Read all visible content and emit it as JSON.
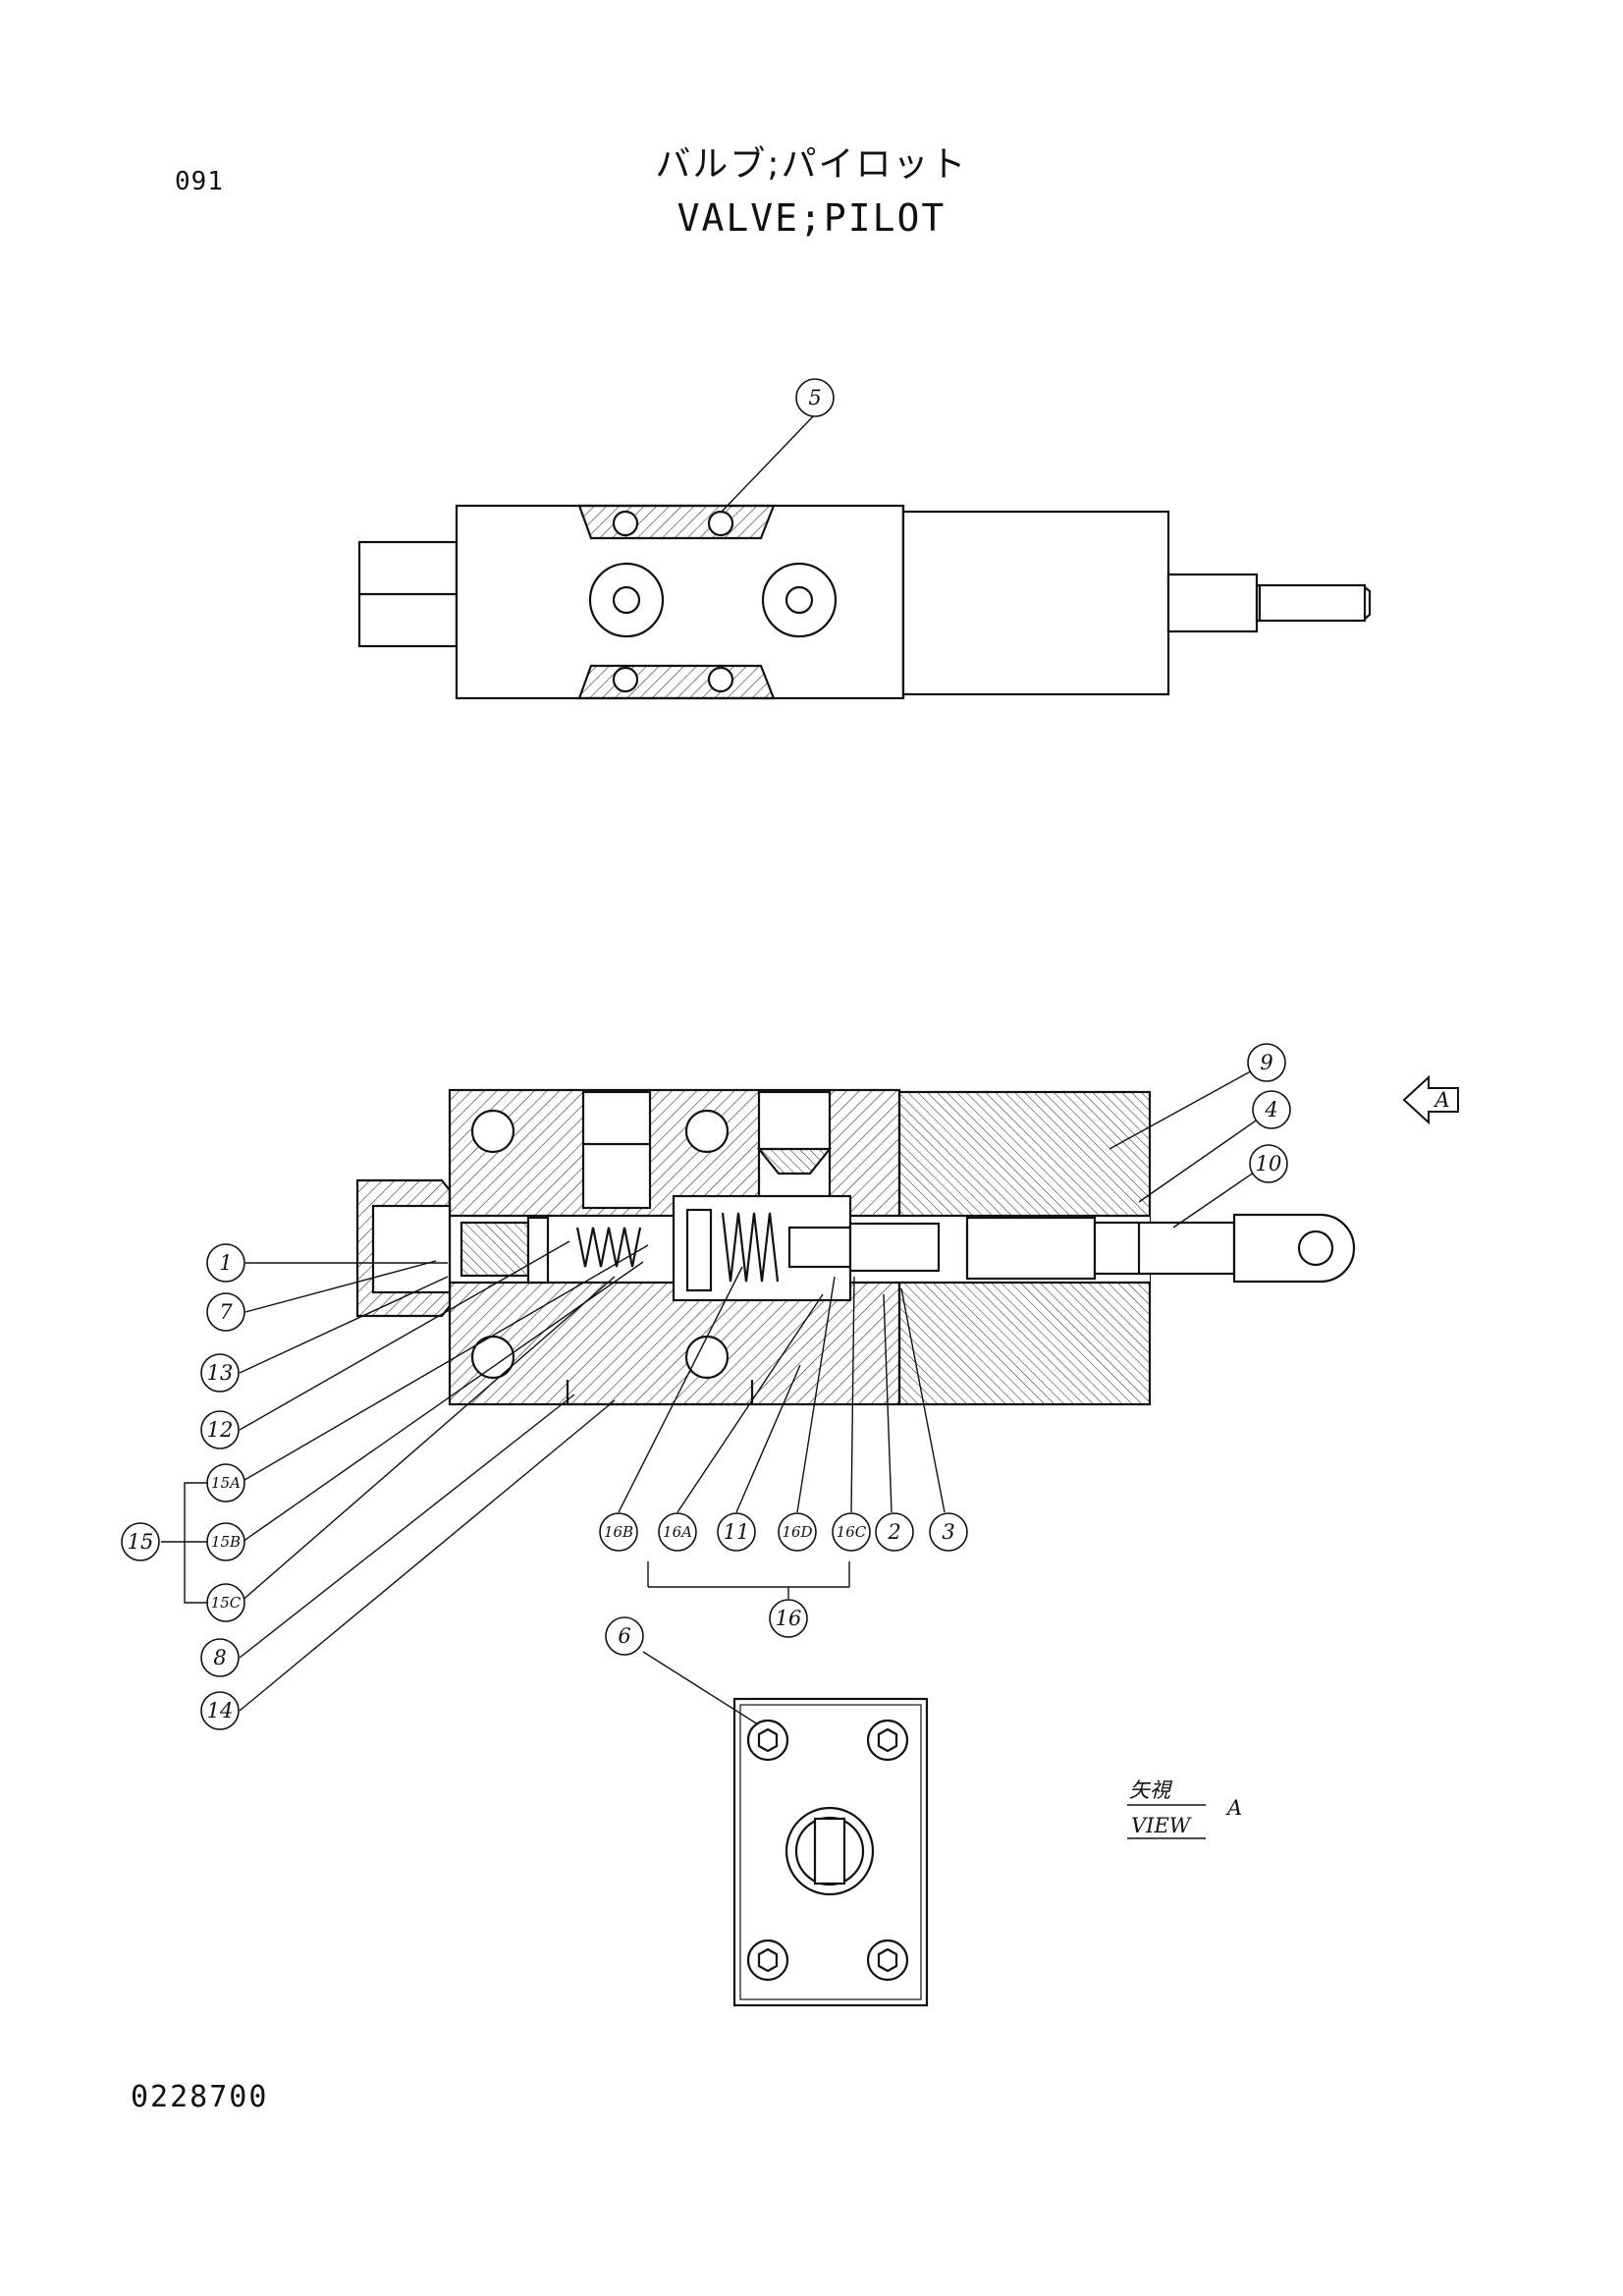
{
  "header": {
    "page_number": "091",
    "title_jp": "バルブ;パイロット",
    "title_en": "VALVE;PILOT"
  },
  "footer": {
    "drawing_code": "0228700"
  },
  "view_marker": {
    "arrow_label": "A",
    "view_jp": "矢視",
    "view_en": "VIEW",
    "view_letter": "A"
  },
  "callouts": {
    "c1": "1",
    "c2": "2",
    "c3": "3",
    "c4": "4",
    "c5": "5",
    "c6": "6",
    "c7": "7",
    "c8": "8",
    "c9": "9",
    "c10": "10",
    "c11": "11",
    "c12": "12",
    "c13": "13",
    "c14": "14",
    "c15": "15",
    "c15a": "15A",
    "c15b": "15B",
    "c15c": "15C",
    "c16": "16",
    "c16a": "16A",
    "c16b": "16B",
    "c16c": "16C",
    "c16d": "16D"
  }
}
